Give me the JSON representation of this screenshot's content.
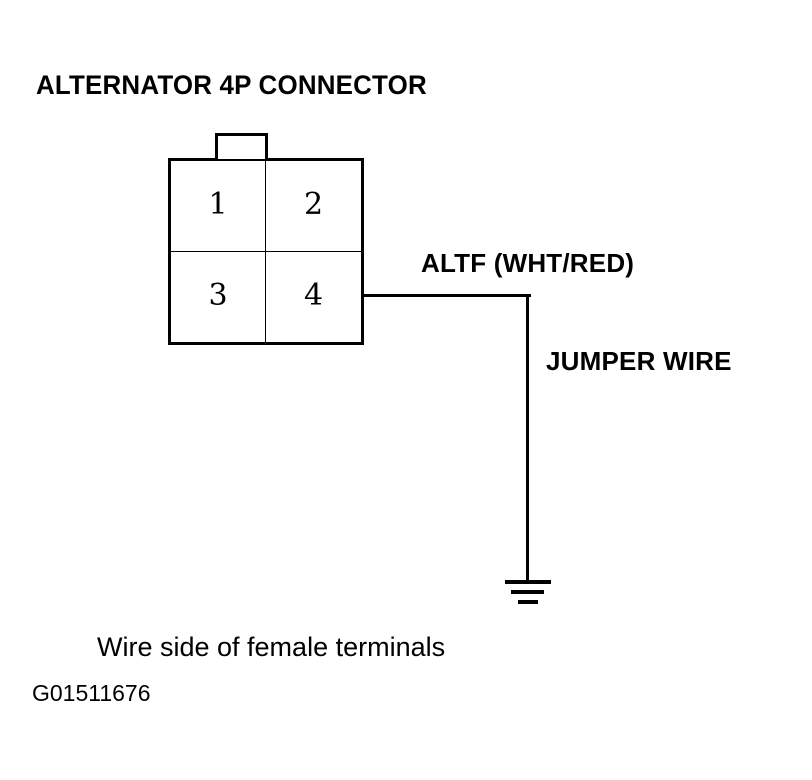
{
  "diagram": {
    "title": "ALTERNATOR 4P CONNECTOR",
    "caption": "Wire side of female terminals",
    "document_id": "G01511676",
    "connector": {
      "type": "4P",
      "terminals": [
        {
          "pin": "1",
          "position": "top-left"
        },
        {
          "pin": "2",
          "position": "top-right"
        },
        {
          "pin": "3",
          "position": "bottom-left"
        },
        {
          "pin": "4",
          "position": "bottom-right"
        }
      ]
    },
    "wires": [
      {
        "label": "ALTF (WHT/RED)",
        "from_pin": "4",
        "routing": "horizontal-then-down",
        "terminates": "ground"
      },
      {
        "label": "JUMPER WIRE",
        "routing": "vertical",
        "terminates": "ground"
      }
    ],
    "symbols": {
      "ground": "ground-symbol",
      "ground_bars": 3
    },
    "colors": {
      "ink": "#000000",
      "background": "#ffffff"
    }
  }
}
